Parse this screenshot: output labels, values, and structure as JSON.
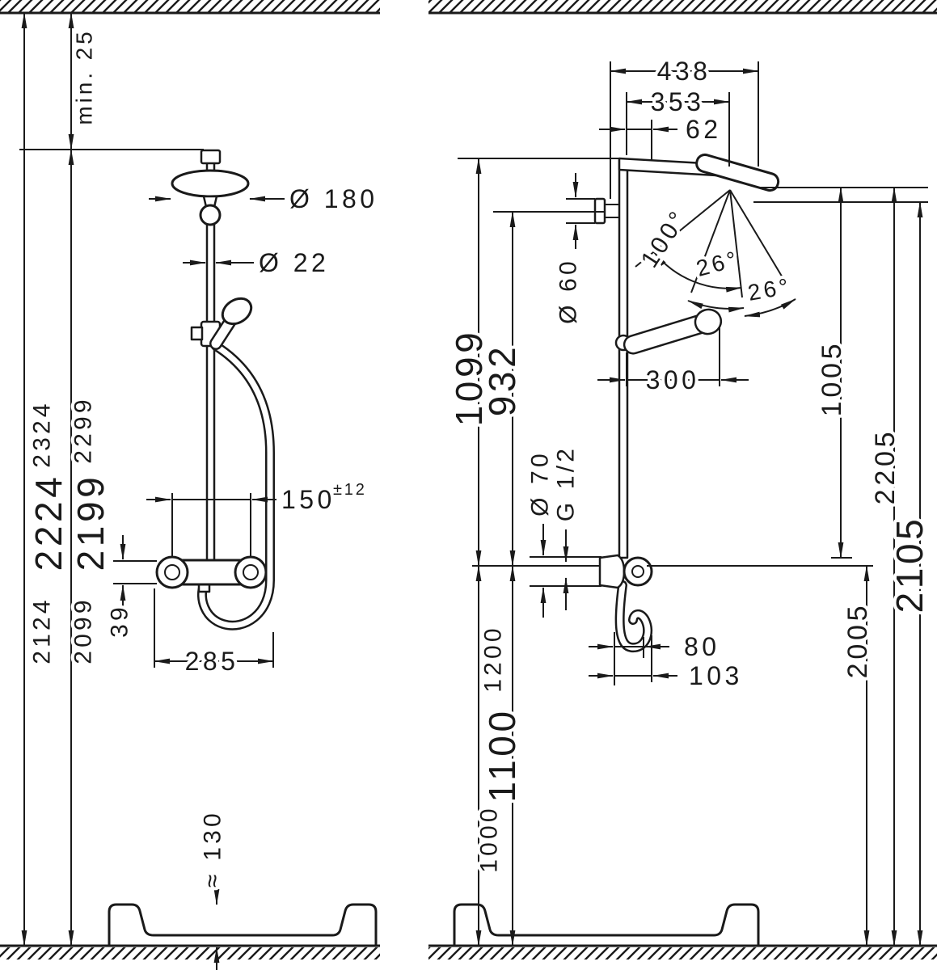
{
  "front_view": {
    "min_clearance": "min. 25",
    "height_max": "2324",
    "height_std": "2224",
    "height_min": "2124",
    "head_height_max": "2299",
    "head_height_std": "2199",
    "head_height_min": "2099",
    "head_diameter": "Ø 180",
    "pipe_diameter": "Ø 22",
    "supply_distance": "150",
    "supply_tolerance": "±12",
    "dim_39": "39",
    "dim_285": "285",
    "tray_height": "≈ 130"
  },
  "side_view": {
    "dim_438": "438",
    "dim_353": "353",
    "dim_62": "62",
    "angle_100": "100°",
    "angle_26_a": "26°",
    "angle_26_b": "26°",
    "dia_60": "Ø 60",
    "dim_1099": "1099",
    "dim_932": "932",
    "dim_300": "300",
    "dim_1005": "1005",
    "dim_2205": "2205",
    "dim_2105": "2105",
    "dim_2005": "2005",
    "dia_70": "Ø 70",
    "thread": "G 1/2",
    "dim_80": "80",
    "dim_103": "103",
    "height_1200": "1200",
    "height_1100": "1100",
    "height_1000": "1000"
  },
  "colors": {
    "line": "#1a1a1a",
    "background": "#ffffff"
  }
}
